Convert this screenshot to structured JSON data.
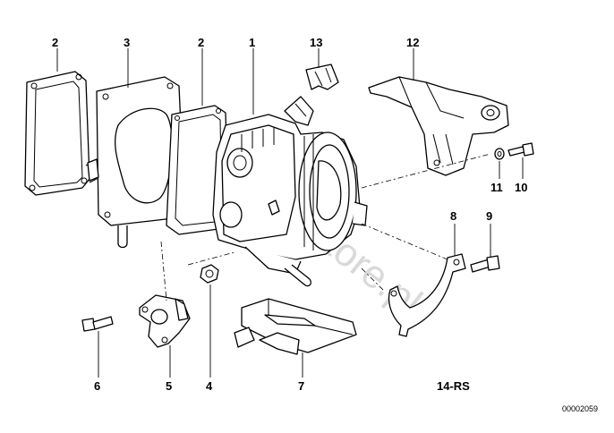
{
  "watermark": "www.BMWstore.pl",
  "image_code": "00002059",
  "callouts": {
    "gasket_left": "2",
    "adapter_plate": "3",
    "gasket_right": "2",
    "throttle_housing": "1",
    "clip": "13",
    "bracket": "12",
    "washer": "11",
    "screw_right": "10",
    "cover": "8",
    "bolt_cover": "9",
    "screw_sensor": "6",
    "throttle_sensor": "5",
    "nut": "4",
    "idle_valve": "7",
    "kit_note": "14-RS"
  },
  "colors": {
    "line": "#000000",
    "background": "#ffffff",
    "watermark": "#d9d9d9"
  }
}
